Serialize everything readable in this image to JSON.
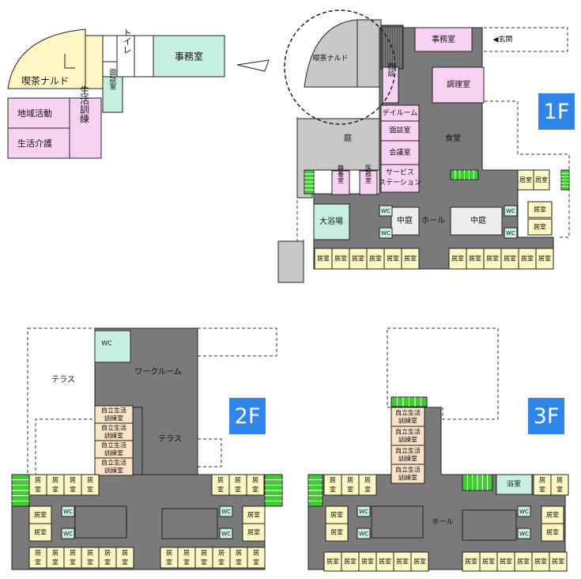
{
  "floor_labels": {
    "f1": "1F",
    "f2": "2F",
    "f3": "3F"
  },
  "inset": {
    "cafe": "喫茶ナルド",
    "toilet": "トイレ",
    "office": "事務室",
    "interview": "面談室",
    "community": "地域活動",
    "life_training": "生活訓練",
    "life_care": "生活介護"
  },
  "f1": {
    "cafe": "喫茶ナルド",
    "office": "事務室",
    "entrance": "◀玄関",
    "interview_small": "面談",
    "kitchen": "調理室",
    "day_room": "デイルーム",
    "interview": "面談室",
    "meeting": "会議室",
    "service": "サービス",
    "station": "ステーション",
    "dining": "食堂",
    "garden": "庭",
    "quiet_room": "静養室",
    "medical": "医務室",
    "bath": "大浴場",
    "courtyard": "中庭",
    "hall": "ホール",
    "wc": "WC",
    "room": "居室"
  },
  "f2": {
    "wc": "WC",
    "terrace": "テラス",
    "workroom": "ワークルーム",
    "training_room_1": "自立生活",
    "training_room_2": "訓練室",
    "room_1": "居",
    "room_2": "室"
  },
  "f3": {
    "training_room_1": "自立生活",
    "training_room_2": "訓練室",
    "bathroom": "浴室",
    "hall": "ホール",
    "wc": "WC",
    "room": "居室",
    "room_1": "居",
    "room_2": "室"
  },
  "colors": {
    "hall_gray": "#7a7a7a",
    "room_yellow": "#fdf7c4",
    "pink": "#f8d2f2",
    "mint": "#c8f0e0",
    "beige": "#fbe3c8",
    "green": "#3fcc2f",
    "light_gray": "#c8c8c8",
    "badge_blue": "#2f86e8"
  }
}
